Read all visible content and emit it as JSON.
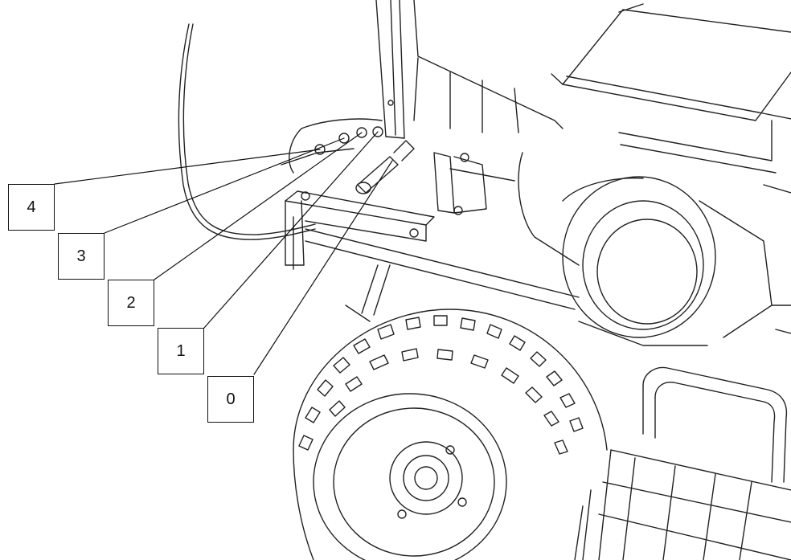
{
  "callouts": [
    {
      "id": "4",
      "label": "4"
    },
    {
      "id": "3",
      "label": "3"
    },
    {
      "id": "2",
      "label": "2"
    },
    {
      "id": "1",
      "label": "1"
    },
    {
      "id": "0",
      "label": "0"
    }
  ],
  "colors": {
    "line": "#111111",
    "background": "#ffffff"
  }
}
